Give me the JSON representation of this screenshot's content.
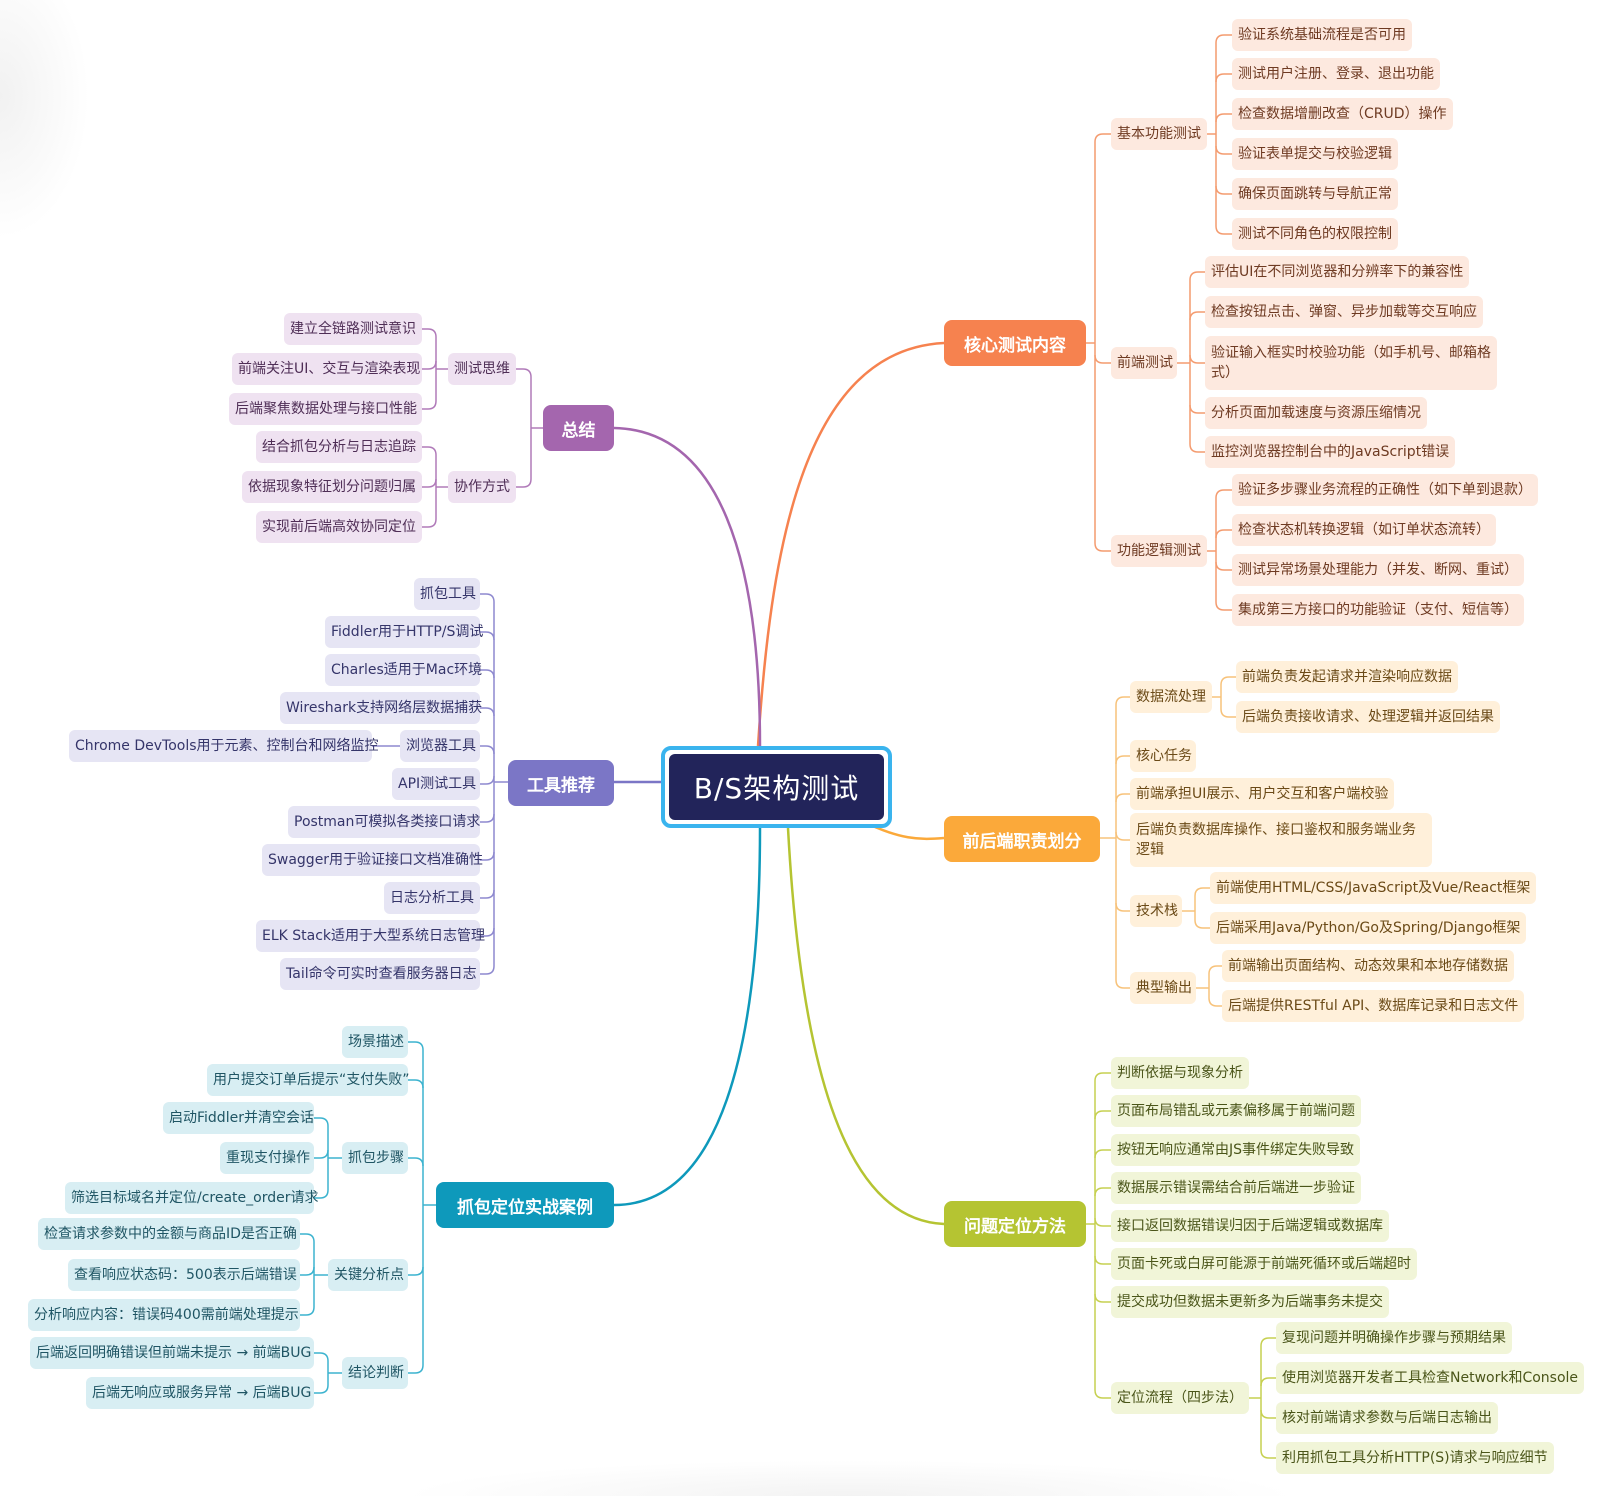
{
  "root": "B/S架构测试",
  "branches": {
    "core": {
      "label": "核心测试内容",
      "color": "#f6824f",
      "basic": {
        "label": "基本功能测试",
        "items": [
          "验证系统基础流程是否可用",
          "测试用户注册、登录、退出功能",
          "检查数据增删改查（CRUD）操作",
          "验证表单提交与校验逻辑",
          "确保页面跳转与导航正常",
          "测试不同角色的权限控制"
        ]
      },
      "frontend": {
        "label": "前端测试",
        "items": [
          "评估UI在不同浏览器和分辨率下的兼容性",
          "检查按钮点击、弹窗、异步加载等交互响应",
          "验证输入框实时校验功能（如手机号、邮箱格式）",
          "分析页面加载速度与资源压缩情况",
          "监控浏览器控制台中的JavaScript错误"
        ]
      },
      "logic": {
        "label": "功能逻辑测试",
        "items": [
          "验证多步骤业务流程的正确性（如下单到退款）",
          "检查状态机转换逻辑（如订单状态流转）",
          "测试异常场景处理能力（并发、断网、重试）",
          "集成第三方接口的功能验证（支付、短信等）"
        ]
      }
    },
    "duty": {
      "label": "前后端职责划分",
      "color": "#fba93a",
      "flow": {
        "label": "数据流处理",
        "items": [
          "前端负责发起请求并渲染响应数据",
          "后端负责接收请求、处理逻辑并返回结果"
        ]
      },
      "core_task": "核心任务",
      "front_task": "前端承担UI展示、用户交互和客户端校验",
      "back_task": "后端负责数据库操作、接口鉴权和服务端业务逻辑",
      "stack": {
        "label": "技术栈",
        "items": [
          "前端使用HTML/CSS/JavaScript及Vue/React框架",
          "后端采用Java/Python/Go及Spring/Django框架"
        ]
      },
      "output": {
        "label": "典型输出",
        "items": [
          "前端输出页面结构、动态效果和本地存储数据",
          "后端提供RESTful API、数据库记录和日志文件"
        ]
      }
    },
    "locate": {
      "label": "问题定位方法",
      "color": "#b5c432",
      "items": [
        "判断依据与现象分析",
        "页面布局错乱或元素偏移属于前端问题",
        "按钮无响应通常由JS事件绑定失败导致",
        "数据展示错误需结合前后端进一步验证",
        "接口返回数据错误归因于后端逻辑或数据库",
        "页面卡死或白屏可能源于前端死循环或后端超时",
        "提交成功但数据未更新多为后端事务未提交"
      ],
      "steps": {
        "label": "定位流程（四步法）",
        "items": [
          "复现问题并明确操作步骤与预期结果",
          "使用浏览器开发者工具检查Network和Console",
          "核对前端请求参数与后端日志输出",
          "利用抓包工具分析HTTP(S)请求与响应细节"
        ]
      }
    },
    "case": {
      "label": "抓包定位实战案例",
      "color": "#0e99bb",
      "scene": {
        "label": "场景描述",
        "items": [
          "用户提交订单后提示“支付失败”"
        ]
      },
      "capture": {
        "label": "抓包步骤",
        "items": [
          "启动Fiddler并清空会话",
          "重现支付操作",
          "筛选目标域名并定位/create_order请求"
        ]
      },
      "analysis": {
        "label": "关键分析点",
        "items": [
          "检查请求参数中的金额与商品ID是否正确",
          "查看响应状态码：500表示后端错误",
          "分析响应内容：错误码400需前端处理提示"
        ]
      },
      "verdict": {
        "label": "结论判断",
        "items": [
          "后端返回明确错误但前端未提示 → 前端BUG",
          "后端无响应或服务异常 → 后端BUG"
        ]
      }
    },
    "tools": {
      "label": "工具推荐",
      "color": "#7b76c6",
      "items": [
        "抓包工具",
        "Fiddler用于HTTP/S调试",
        "Charles适用于Mac环境",
        "Wireshark支持网络层数据捕获",
        "浏览器工具",
        "API测试工具",
        "Postman可模拟各类接口请求",
        "Swagger用于验证接口文档准确性",
        "日志分析工具",
        "ELK Stack适用于大型系统日志管理",
        "Tail命令可实时查看服务器日志"
      ],
      "browser_detail": "Chrome DevTools用于元素、控制台和网络监控"
    },
    "summary": {
      "label": "总结",
      "color": "#a466ae",
      "mind": {
        "label": "测试思维",
        "items": [
          "建立全链路测试意识",
          "前端关注UI、交互与渲染表现",
          "后端聚焦数据处理与接口性能"
        ]
      },
      "collab": {
        "label": "协作方式",
        "items": [
          "结合抓包分析与日志追踪",
          "依据现象特征划分问题归属",
          "实现前后端高效协同定位"
        ]
      }
    }
  }
}
